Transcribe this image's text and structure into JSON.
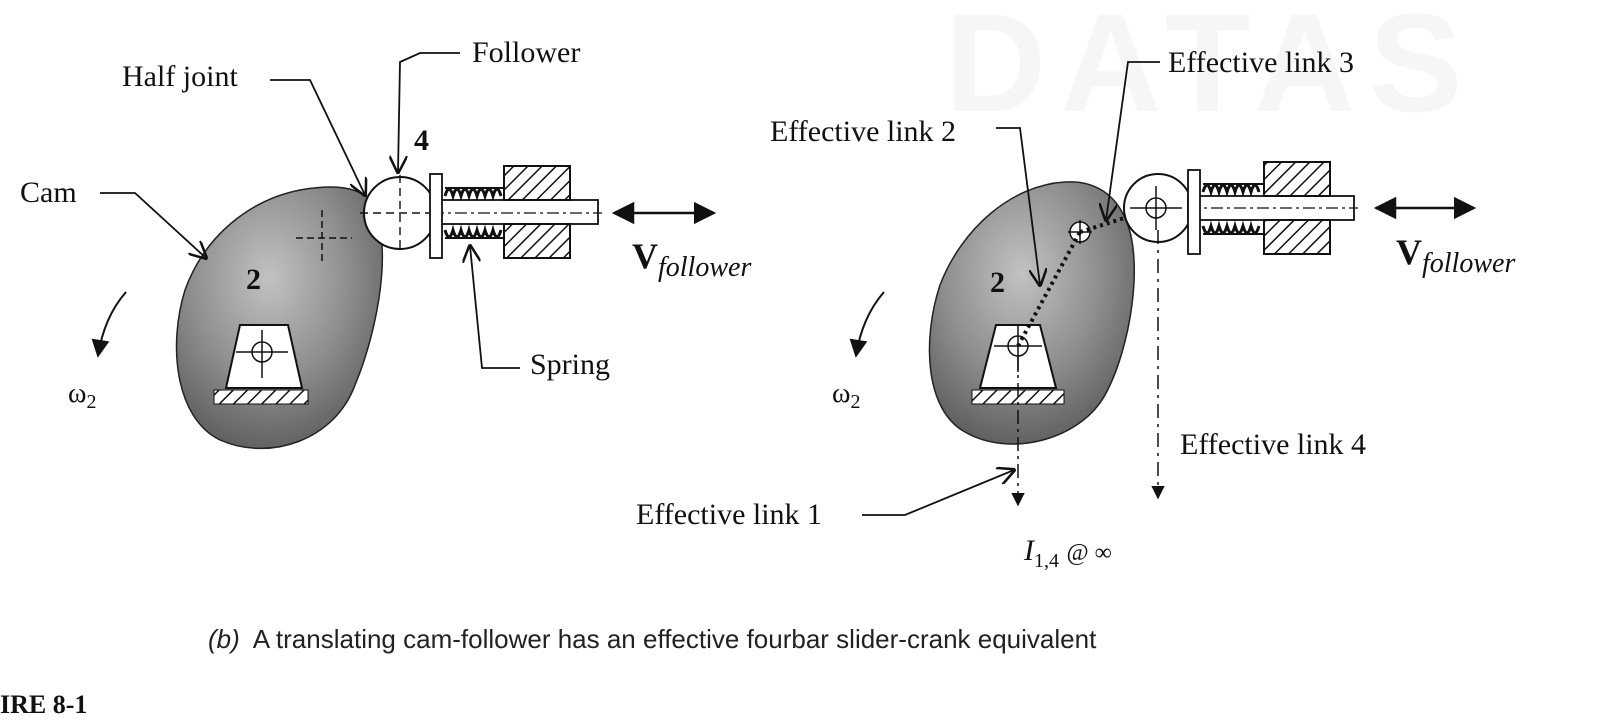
{
  "watermark": "DATAS",
  "left": {
    "half_joint": "Half joint",
    "follower": "Follower",
    "link_num_4": "4",
    "cam": "Cam",
    "cam_num": "2",
    "velocity": {
      "symbol": "V",
      "sub": "follower"
    },
    "omega": {
      "symbol": "ω",
      "sub": "2"
    },
    "spring": "Spring"
  },
  "right": {
    "effective_link_3": "Effective link 3",
    "effective_link_2": "Effective link 2",
    "cam_num": "2",
    "velocity": {
      "symbol": "V",
      "sub": "follower"
    },
    "omega": {
      "symbol": "ω",
      "sub": "2"
    },
    "effective_link_4": "Effective link 4",
    "effective_link_1": "Effective link 1",
    "instant_center": {
      "symbol": "I",
      "sub": "1,4",
      "rest": "@ ∞"
    }
  },
  "caption": {
    "label": "(b)",
    "text": "A translating cam-follower has an effective fourbar slider-crank equivalent"
  },
  "corner_tag": "IRE 8-1"
}
